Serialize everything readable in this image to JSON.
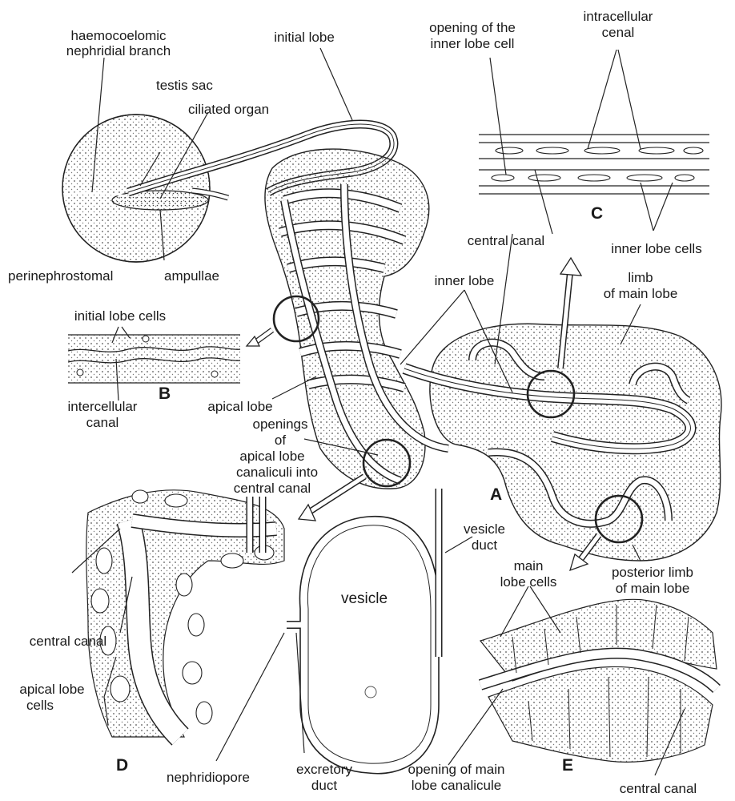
{
  "labels": {
    "haemocoelomic": [
      "haemocoelomic",
      "nephridial branch"
    ],
    "initial_lobe": "initial lobe",
    "testis_sac": "testis sac",
    "ciliated_organ": "ciliated organ",
    "opening_inner_lobe_cell": [
      "opening of the",
      "inner lobe cell"
    ],
    "intracellular_canal": [
      "intracellular",
      "cenal"
    ],
    "perinephrostomal": "perinephrostomal",
    "ampullae": "ampullae",
    "central_canal_c": "central canal",
    "inner_lobe_cells": "inner lobe cells",
    "inner_lobe": "inner lobe",
    "limb_main_lobe": [
      "limb",
      "of main lobe"
    ],
    "initial_lobe_cells": "initial lobe cells",
    "intercellular_canal": [
      "intercellular",
      "canal"
    ],
    "apical_lobe": "apical lobe",
    "openings_apical": [
      "openings",
      "of",
      "apical lobe",
      "canaliculi into",
      "central canal"
    ],
    "vesicle_duct": [
      "vesicle",
      "duct"
    ],
    "main_lobe_cells": [
      "main",
      "lobe cells"
    ],
    "posterior_limb": [
      "posterior limb",
      "of main lobe"
    ],
    "vesicle": "vesicle",
    "central_canal_d": "central canal",
    "apical_lobe_cells": [
      "apical lobe",
      "cells"
    ],
    "nephridiopore": "nephridiopore",
    "excretory_duct": [
      "excretory",
      "duct"
    ],
    "opening_main_lobe": [
      "opening of main",
      "lobe canalicule"
    ],
    "central_canal_e": "central canal"
  },
  "panels": {
    "a": "A",
    "b": "B",
    "c": "C",
    "d": "D",
    "e": "E"
  }
}
